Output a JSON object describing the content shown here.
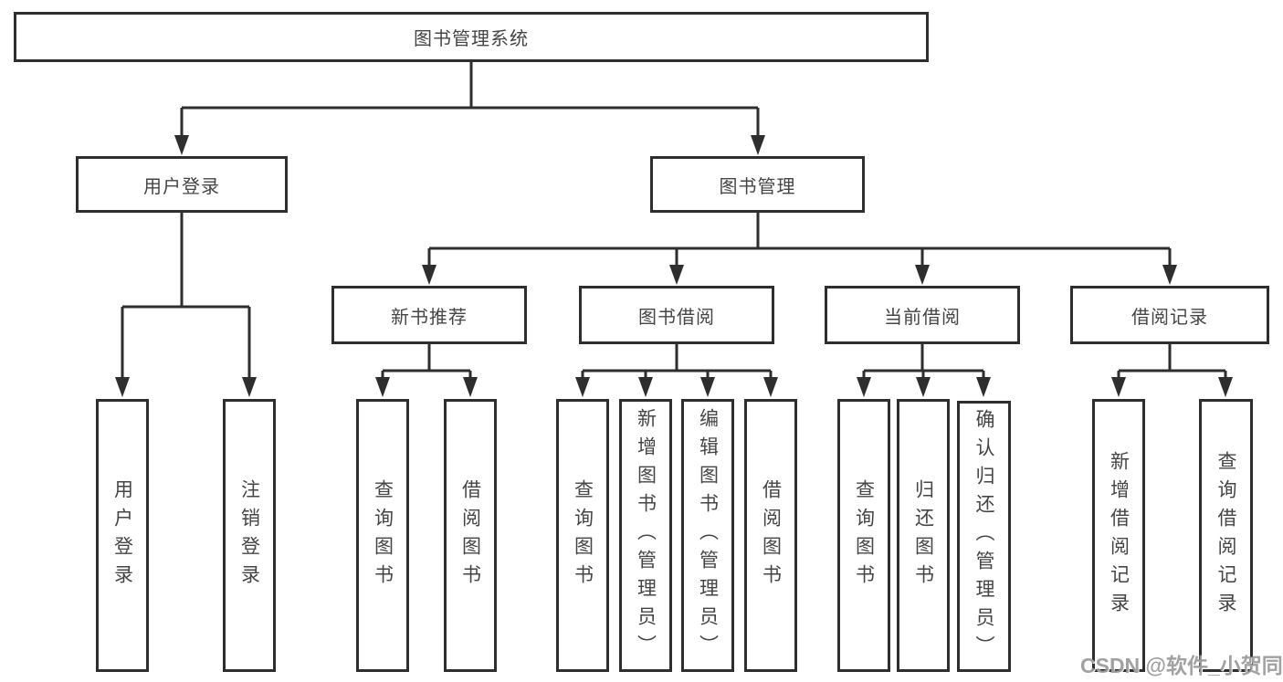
{
  "colors": {
    "line": "#2e2e2e",
    "box_border": "#2e2e2e",
    "box_fill": "#ffffff",
    "text": "#454545",
    "background": "#ffffff",
    "watermark": "#919191"
  },
  "watermark": {
    "text": "CSDN @软件_小贺同学"
  },
  "tree": {
    "root": {
      "label": "图书管理系统"
    },
    "branches": [
      {
        "label": "用户登录",
        "children": [
          {
            "label": "用户登录"
          },
          {
            "label": "注销登录"
          }
        ]
      },
      {
        "label": "图书管理",
        "children": [
          {
            "label": "新书推荐",
            "children": [
              {
                "label": "查询图书"
              },
              {
                "label": "借阅图书"
              }
            ]
          },
          {
            "label": "图书借阅",
            "children": [
              {
                "label": "查询图书"
              },
              {
                "label": "新增图书（管理员）"
              },
              {
                "label": "编辑图书（管理员）"
              },
              {
                "label": "借阅图书"
              }
            ]
          },
          {
            "label": "当前借阅",
            "children": [
              {
                "label": "查询图书"
              },
              {
                "label": "归还图书"
              },
              {
                "label": "确认归还（管理员）"
              }
            ]
          },
          {
            "label": "借阅记录",
            "children": [
              {
                "label": "新增借阅记录"
              },
              {
                "label": "查询借阅记录"
              }
            ]
          }
        ]
      }
    ]
  }
}
